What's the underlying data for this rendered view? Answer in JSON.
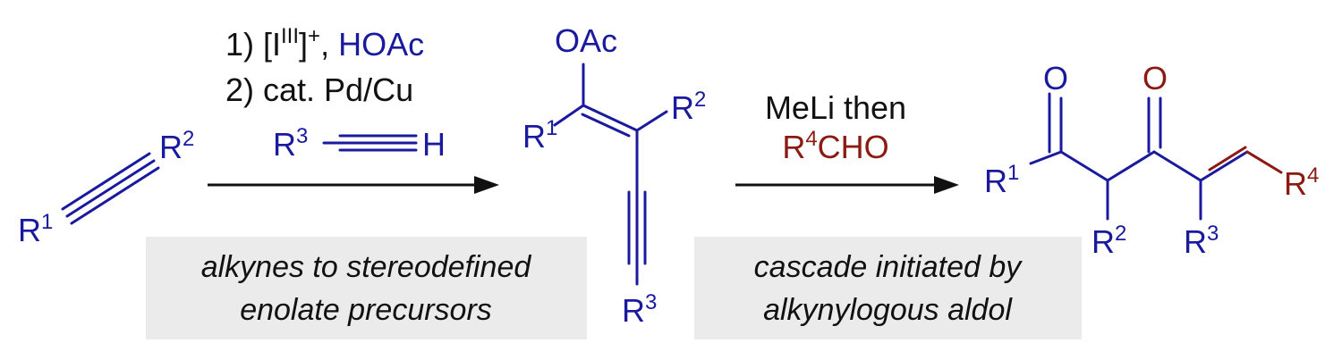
{
  "colors": {
    "blue": "#1a1a9e",
    "red": "#8b1a12",
    "black": "#111111",
    "box": "#ebebeb"
  },
  "start": {
    "r1": "R",
    "r1_sup": "1",
    "r2": "R",
    "r2_sup": "2"
  },
  "step1": {
    "line1_a": "1) [I",
    "line1_sup_iii": "III",
    "line1_b": "]",
    "line1_sup_plus": "+",
    "line1_c": ", ",
    "line1_hoac": "HOAc",
    "line2": "2) cat. Pd/Cu",
    "alkyne_r3": "R",
    "alkyne_r3_sup": "3",
    "alkyne_h": "H"
  },
  "intermediate": {
    "oac": "OAc",
    "r1": "R",
    "r1_sup": "1",
    "r2": "R",
    "r2_sup": "2",
    "r3": "R",
    "r3_sup": "3"
  },
  "step2": {
    "line1": "MeLi then",
    "line2_r": "R",
    "line2_sup": "4",
    "line2_cho": "CHO"
  },
  "product": {
    "o1": "O",
    "o2": "O",
    "r1": "R",
    "r1_sup": "1",
    "r2": "R",
    "r2_sup": "2",
    "r3": "R",
    "r3_sup": "3",
    "r4": "R",
    "r4_sup": "4"
  },
  "captions": {
    "left_line1": "alkynes to stereodefined",
    "left_line2": "enolate precursors",
    "right_line1": "cascade initiated by",
    "right_line2": "alkynylogous aldol"
  }
}
